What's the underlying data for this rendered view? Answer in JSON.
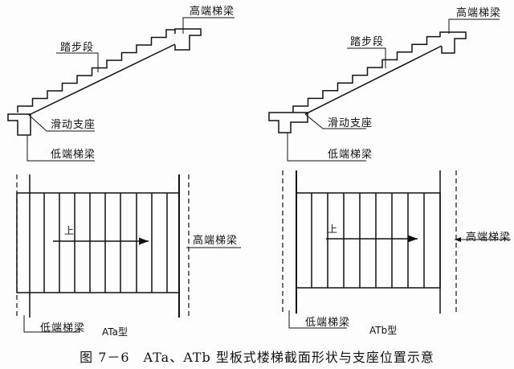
{
  "left_section": {
    "high_beam": "高端梯梁",
    "flight": "踏步段",
    "sliding_support": "滑动支座",
    "low_beam": "低端梯梁"
  },
  "right_section": {
    "high_beam": "高端梯梁",
    "flight": "踏步段",
    "sliding_support": "滑动支座",
    "low_beam": "低端梯梁"
  },
  "left_plan": {
    "up": "上",
    "high_beam": "高端梯梁",
    "low_beam": "低端梯梁",
    "type": "ATa型"
  },
  "right_plan": {
    "up": "上",
    "high_beam": "高端梯梁",
    "low_beam": "低端梯梁",
    "type": "ATb型"
  },
  "caption": "图 7－6　ATa、ATb 型板式楼梯截面形状与支座位置示意"
}
